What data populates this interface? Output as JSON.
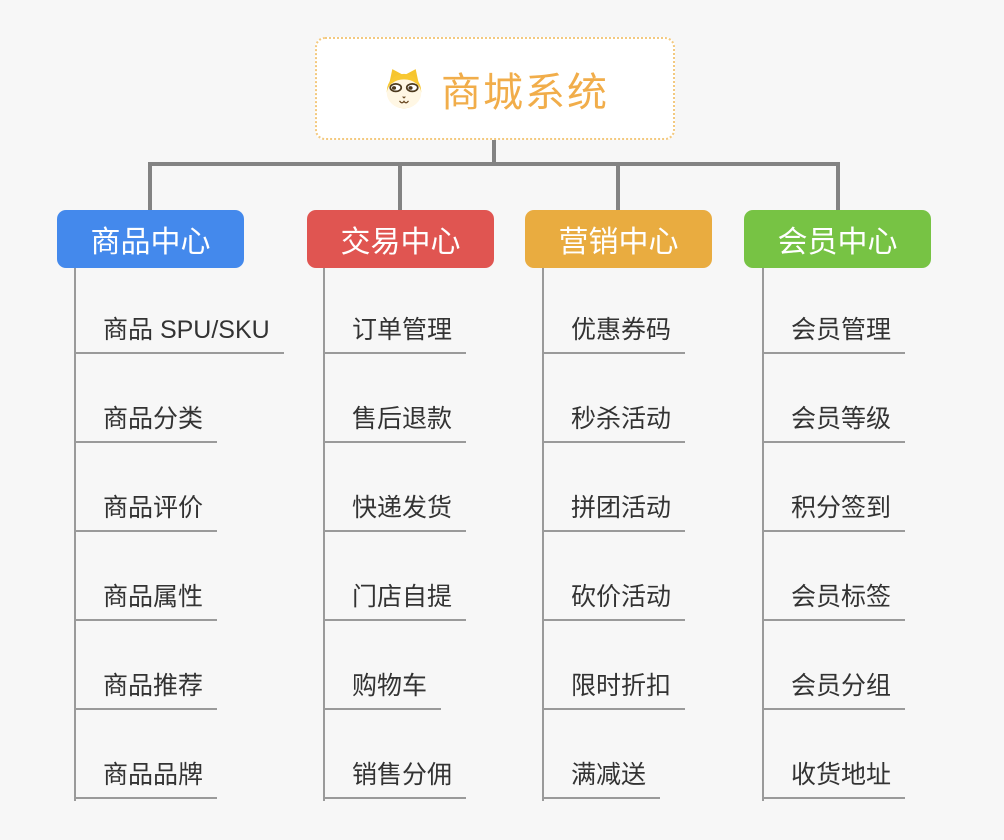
{
  "root": {
    "title": "商城系统",
    "icon": "shiba-dog-icon"
  },
  "colors": {
    "background": "#F7F7F7",
    "connector": "#838383",
    "underline": "#9A9A9A",
    "child_text": "#333333",
    "root_border": "#F3C97F",
    "root_title": "#F1AD4A"
  },
  "branches": [
    {
      "label": "商品中心",
      "color": "#4489EC",
      "children": [
        "商品 SPU/SKU",
        "商品分类",
        "商品评价",
        "商品属性",
        "商品推荐",
        "商品品牌"
      ]
    },
    {
      "label": "交易中心",
      "color": "#E05551",
      "children": [
        "订单管理",
        "售后退款",
        "快递发货",
        "门店自提",
        "购物车",
        "销售分佣"
      ]
    },
    {
      "label": "营销中心",
      "color": "#E9AC40",
      "children": [
        "优惠券码",
        "秒杀活动",
        "拼团活动",
        "砍价活动",
        "限时折扣",
        "满减送"
      ]
    },
    {
      "label": "会员中心",
      "color": "#77C344",
      "children": [
        "会员管理",
        "会员等级",
        "积分签到",
        "会员标签",
        "会员分组",
        "收货地址"
      ]
    }
  ]
}
